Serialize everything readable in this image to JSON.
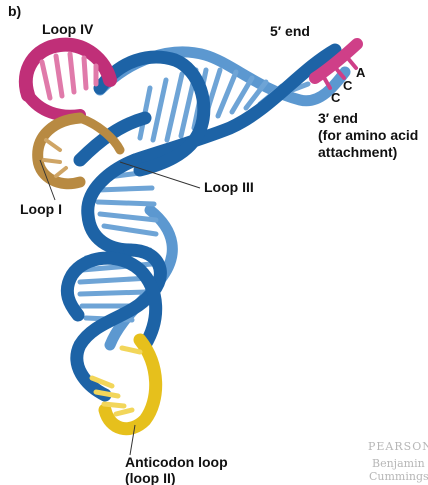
{
  "panel_label": "b)",
  "labels": {
    "loop_iv": "Loop IV",
    "loop_iii": "Loop III",
    "loop_i": "Loop I",
    "five_end": "5′ end",
    "three_end_1": "3′ end",
    "three_end_2": "(for amino acid",
    "three_end_3": "attachment)",
    "anticodon_1": "Anticodon loop",
    "anticodon_2": "(loop II)"
  },
  "cca_letters": [
    "A",
    "C",
    "C"
  ],
  "publisher": {
    "name": "PEARSON",
    "line1": "Benjamin",
    "line2": "Cummings"
  },
  "colors": {
    "backbone_dark": "#1d63a6",
    "backbone_light": "#5c98d0",
    "rung": "#6ea4d6",
    "loop_iv": "#c02f78",
    "loop_iv_rung": "#e07aaa",
    "loop_i": "#b88a42",
    "anticodon": "#e6c01c",
    "anticodon_rung": "#f2d65a",
    "end_3": "#cf3f88"
  }
}
